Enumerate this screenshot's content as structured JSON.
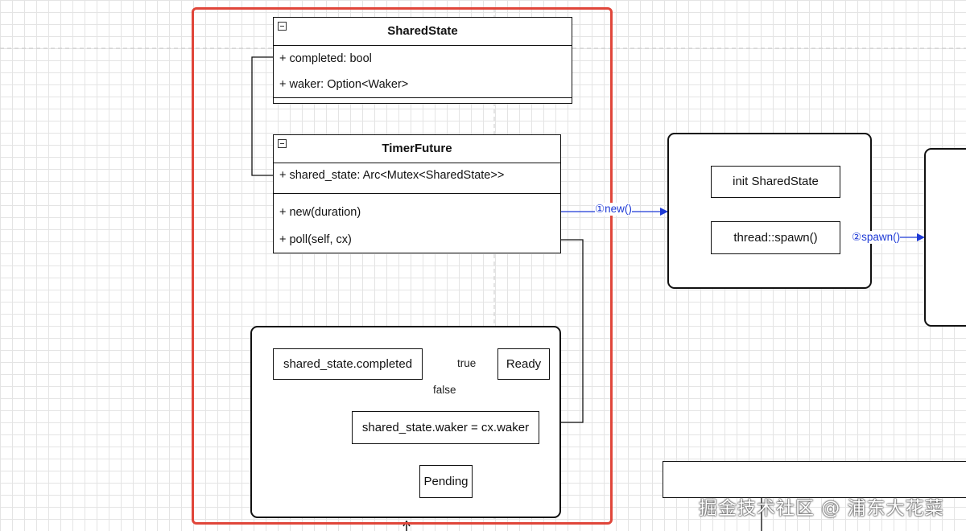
{
  "shared_state_class": {
    "name": "SharedState",
    "fields": [
      "+ completed: bool",
      "+ waker: Option<Waker>"
    ]
  },
  "timer_future_class": {
    "name": "TimerFuture",
    "fields": [
      "+ shared_state: Arc<Mutex<SharedState>>"
    ],
    "methods": [
      "+ new(duration)",
      "+ poll(self, cx)"
    ]
  },
  "poll_flow": {
    "check_node": "shared_state.completed",
    "ready_node": "Ready",
    "waker_node": "shared_state.waker = cx.waker",
    "pending_node": "Pending",
    "true_label": "true",
    "false_label": "false"
  },
  "new_flow": {
    "init_node": "init SharedState",
    "spawn_node": "thread::spawn()",
    "new_edge_label": "①new()",
    "spawn_edge_label": "②spawn()"
  },
  "watermark": "掘金技术社区 @ 浦东大花菜",
  "colors": {
    "highlight_frame": "#e0463a",
    "edge_blue": "#1e3ad6",
    "grid": "#e4e4e4"
  }
}
